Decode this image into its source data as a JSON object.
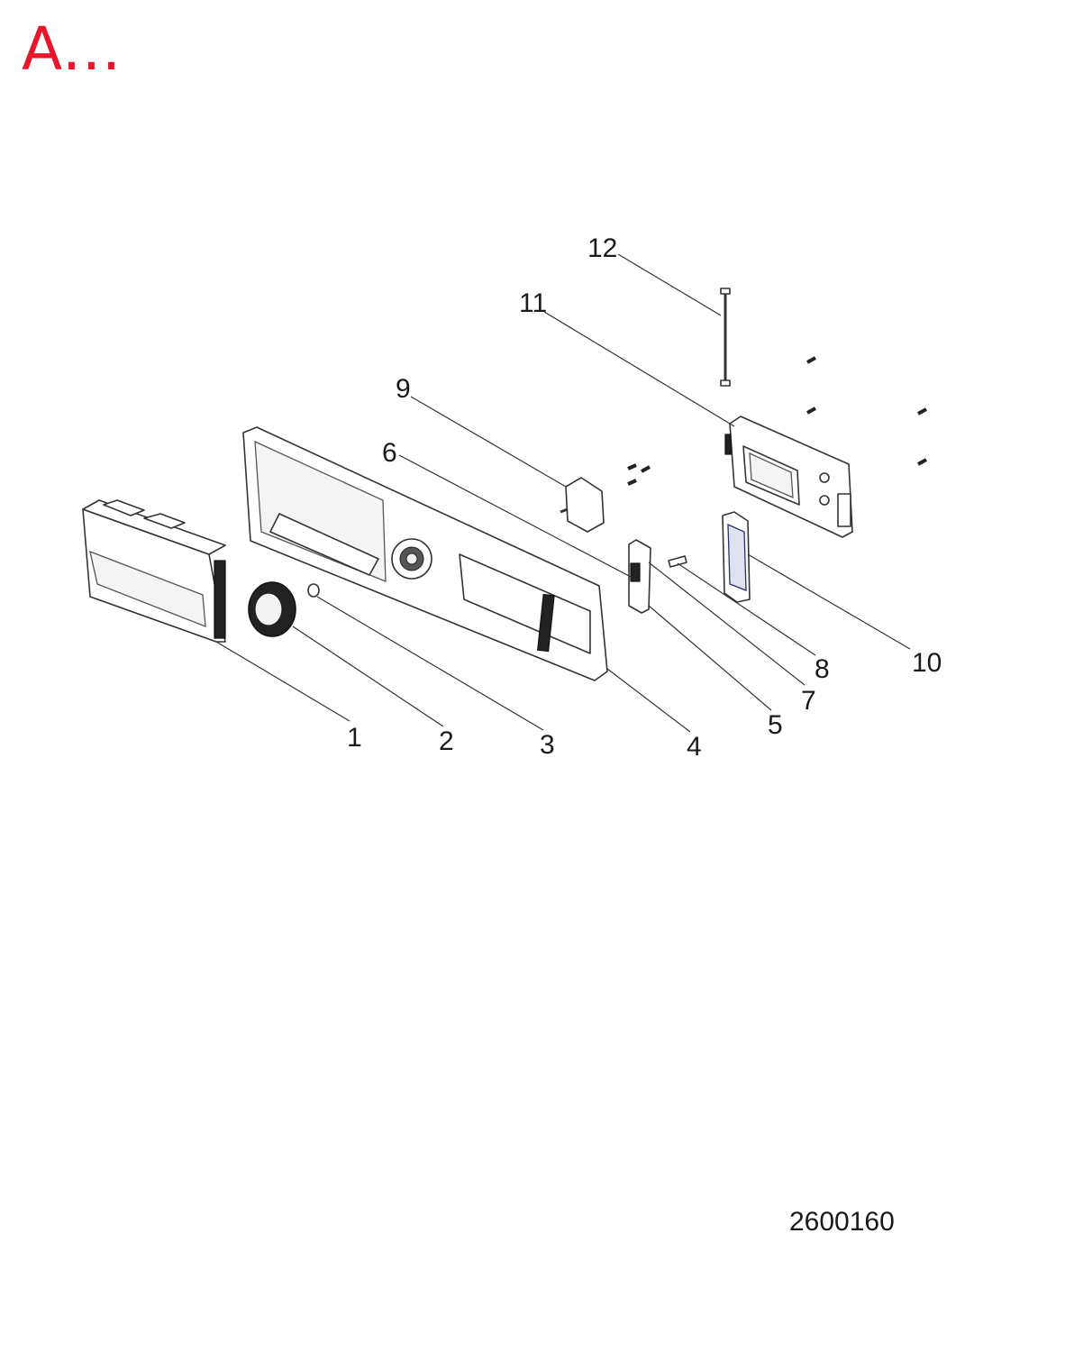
{
  "title": "A...",
  "title_color": "#e8162b",
  "diagram_code": "2600160",
  "callouts": [
    {
      "label": "1"
    },
    {
      "label": "2"
    },
    {
      "label": "3"
    },
    {
      "label": "4"
    },
    {
      "label": "5"
    },
    {
      "label": "6"
    },
    {
      "label": "7"
    },
    {
      "label": "8"
    },
    {
      "label": "9"
    },
    {
      "label": "10"
    },
    {
      "label": "11"
    },
    {
      "label": "12"
    }
  ]
}
